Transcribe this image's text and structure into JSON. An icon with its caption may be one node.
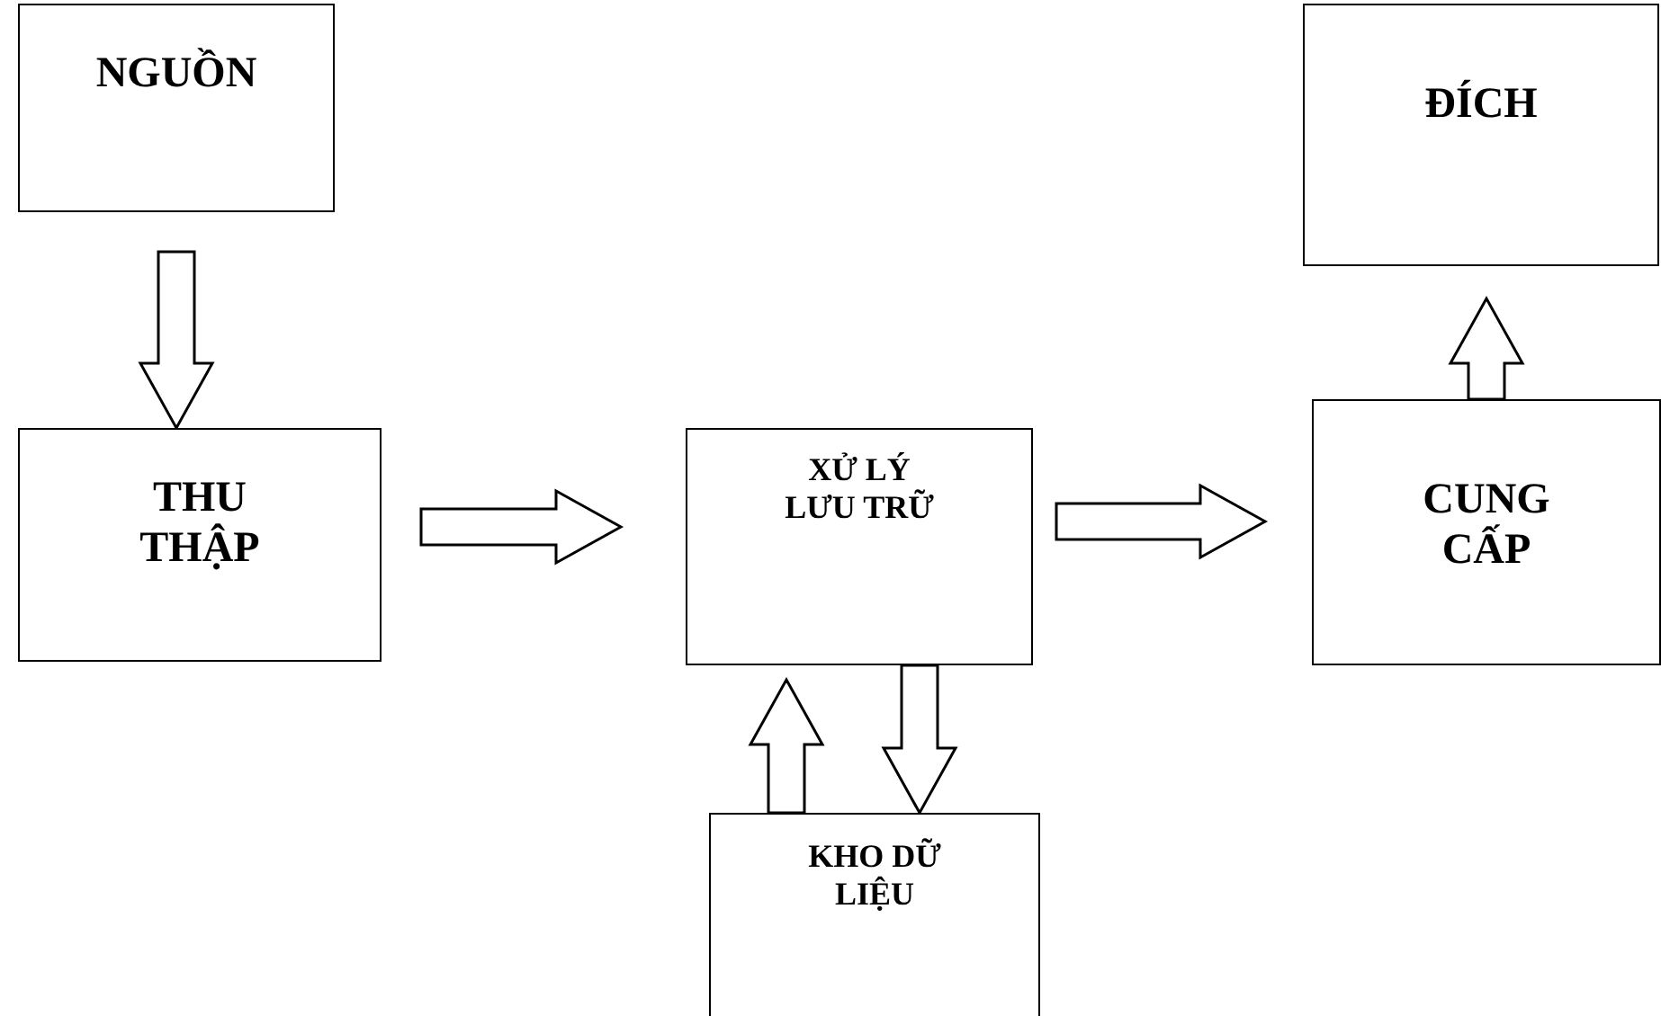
{
  "diagram": {
    "nodes": [
      {
        "text": [
          "NGUỒN"
        ]
      },
      {
        "text": [
          "THU THẬP"
        ]
      },
      {
        "text": [
          "XỬ LÝ LƯU TRỮ"
        ]
      },
      {
        "text": [
          "ĐÍCH"
        ]
      },
      {
        "text": [
          "CUNG CẤP"
        ]
      },
      {
        "text": [
          "KHO DỮ LIỆU"
        ]
      }
    ],
    "edges": [
      {
        "from": 0,
        "to": 1,
        "arrow": "to"
      },
      {
        "from": 1,
        "to": 2,
        "arrow": "to"
      },
      {
        "from": 2,
        "to": 4,
        "arrow": "to"
      },
      {
        "from": 4,
        "to": 3,
        "arrow": "to"
      },
      {
        "from": 5,
        "to": 2,
        "arrow": "to"
      },
      {
        "from": 2,
        "to": 5,
        "arrow": "to"
      }
    ]
  }
}
